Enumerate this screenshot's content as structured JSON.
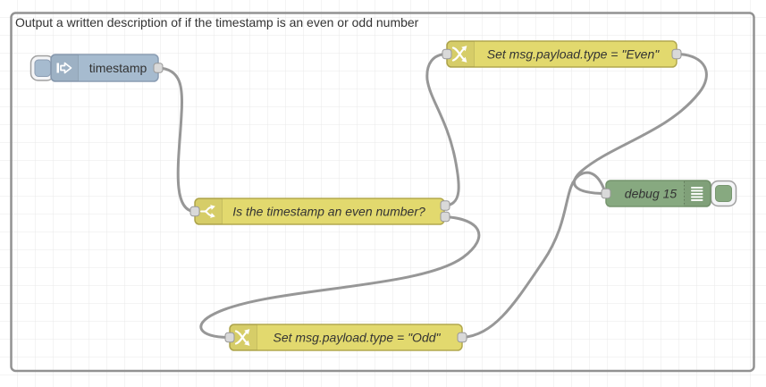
{
  "app": {
    "name": "flow-editor"
  },
  "workspace": {
    "background": "#ffffff",
    "grid_color": "#e9e9e9",
    "grid_size": 20
  },
  "group": {
    "label": "Output a written description of if the timestamp is an even or odd number",
    "border_color": "#929292",
    "label_color": "#a3a3a3"
  },
  "wires": {
    "color": "#979797",
    "connections": [
      {
        "from": "timestamp",
        "to": "is-even-switch"
      },
      {
        "from": "is-even-switch:output-1",
        "to": "set-even"
      },
      {
        "from": "is-even-switch:output-2",
        "to": "set-odd"
      },
      {
        "from": "set-even",
        "to": "debug-15"
      },
      {
        "from": "set-odd",
        "to": "debug-15"
      }
    ]
  },
  "ports": {
    "fill": "#d9d9d9",
    "border": "#999999"
  },
  "nodes": {
    "inject": {
      "type": "inject",
      "label": "timestamp",
      "fill": "#a6bbcf",
      "border": "#8a9cb2"
    },
    "switch": {
      "type": "switch",
      "label": "Is the timestamp an even number?",
      "fill": "#e2d96e",
      "border": "#b2a84e",
      "outputs": 2
    },
    "change_even": {
      "type": "change",
      "label": "Set msg.payload.type = \"Even\"",
      "fill": "#e2d96e",
      "border": "#b2a84e"
    },
    "change_odd": {
      "type": "change",
      "label": "Set msg.payload.type = \"Odd\"",
      "fill": "#e2d96e",
      "border": "#b2a84e"
    },
    "debug": {
      "type": "debug",
      "label": "debug 15",
      "fill": "#87a980",
      "border": "#77956f"
    }
  }
}
